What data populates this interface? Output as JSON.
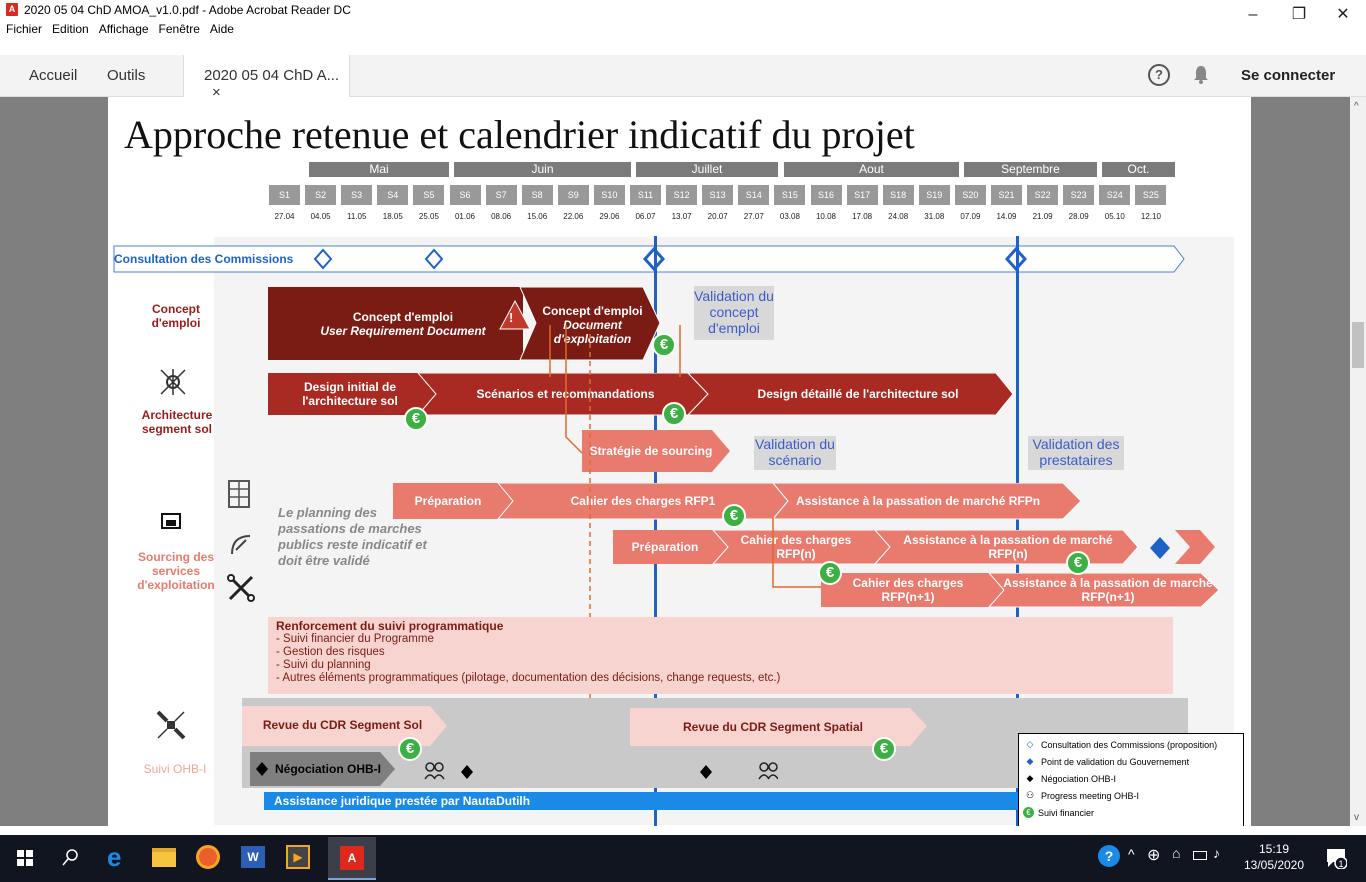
{
  "window": {
    "title": "2020 05 04 ChD AMOA_v1.0.pdf - Adobe Acrobat Reader DC",
    "minimize": "–",
    "maximize": "❐",
    "close": "✕"
  },
  "menu": [
    "Fichier",
    "Edition",
    "Affichage",
    "Fenêtre",
    "Aide"
  ],
  "tabs": {
    "home": "Accueil",
    "tools": "Outils",
    "doc": "2020 05 04 ChD A...",
    "close": "×",
    "help": "?",
    "signin": "Se connecter"
  },
  "slide": {
    "title": "Approche retenue et calendrier indicatif du projet",
    "months": [
      "Mai",
      "Juin",
      "Juillet",
      "Aout",
      "Septembre",
      "Oct."
    ],
    "weeks": [
      "S1",
      "S2",
      "S3",
      "S4",
      "S5",
      "S6",
      "S7",
      "S8",
      "S9",
      "S10",
      "S11",
      "S12",
      "S13",
      "S14",
      "S15",
      "S16",
      "S17",
      "S18",
      "S19",
      "S20",
      "S21",
      "S22",
      "S23",
      "S24",
      "S25"
    ],
    "dates": [
      "27.04",
      "04.05",
      "11.05",
      "18.05",
      "25.05",
      "01.06",
      "08.06",
      "15.06",
      "22.06",
      "29.06",
      "06.07",
      "13.07",
      "20.07",
      "27.07",
      "03.08",
      "10.08",
      "17.08",
      "24.08",
      "31.08",
      "07.09",
      "14.09",
      "21.09",
      "28.09",
      "05.10",
      "12.10"
    ],
    "consultation": "Consultation des Commissions",
    "rows": {
      "concept": "Concept d'emploi",
      "architecture": "Architecture segment sol",
      "sourcing": "Sourcing des services d'exploitation",
      "ohb": "Suivi OHB-I"
    },
    "bars": {
      "concept1a": "Concept d'emploi",
      "concept1b": "User Requirement Document",
      "concept2a": "Concept d'emploi",
      "concept2b": "Document d'exploitation",
      "design1": "Design initial de l'architecture sol",
      "scenarios": "Scénarios et recommandations",
      "design2": "Design détaillé de l'architecture sol",
      "strategie": "Stratégie de sourcing",
      "prep1": "Préparation",
      "cdc1": "Cahier des charges RFP1",
      "assist1": "Assistance à la passation de marché RFPn",
      "prep2": "Préparation",
      "cdc2": "Cahier des charges RFP(n)",
      "assist2": "Assistance à la passation de marché RFP(n)",
      "cdc3": "Cahier des charges RFP(n+1)",
      "assist3": "Assistance à la passation de marché RFP(n+1)",
      "revue_sol": "Revue du CDR Segment Sol",
      "revue_spatial": "Revue du CDR Segment Spatial",
      "nego": "Négociation OHB-I",
      "juridique": "Assistance juridique prestée par NautaDutilh"
    },
    "validations": {
      "concept": "Validation du concept d'emploi",
      "scenario": "Validation du scénario",
      "prestataires": "Validation des prestataires"
    },
    "planning_note": "Le planning des passations de marches publics reste indicatif et doit être validé",
    "suivi": {
      "title": "Renforcement du suivi programmatique",
      "items": [
        "-   Suivi financier du Programme",
        "-   Gestion des risques",
        "-   Suivi du planning",
        "-   Autres éléments programmatiques (pilotage, documentation des décisions, change requests, etc.)"
      ]
    },
    "euro": "€",
    "legend": [
      "Consultation des Commissions (proposition)",
      "Point de validation du Gouvernement",
      "Négociation OHB-I",
      "Progress meeting OHB-I",
      "Suivi financier"
    ]
  },
  "taskbar": {
    "time": "15:19",
    "date": "13/05/2020"
  },
  "colors": {
    "dark_red": "#7b1c14",
    "red": "#a82a22",
    "salmon": "#e97a6e",
    "pink": "#f7d4cf",
    "blue": "#1e62c8"
  }
}
